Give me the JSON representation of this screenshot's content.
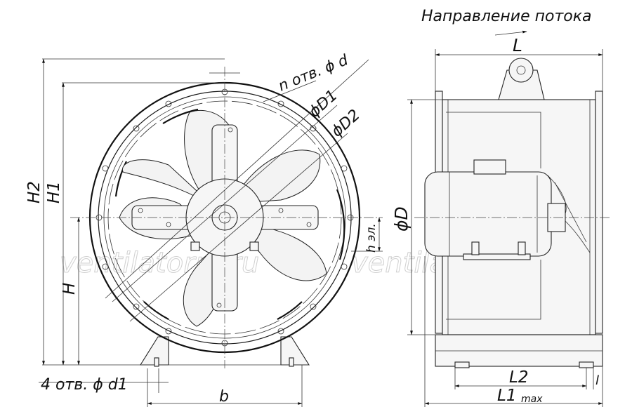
{
  "labels": {
    "flow_direction": "Направление потока",
    "L": "L",
    "n_holes": "n отв. ϕ d",
    "D1": "ϕD1",
    "D2": "ϕD2",
    "D": "ϕD",
    "h_el": "h эл.",
    "H2": "H2",
    "H1": "H1",
    "H": "H",
    "four_holes": "4 отв. ϕ d1",
    "b": "b",
    "L2": "L2",
    "L1": "L1",
    "L1_sub": "max",
    "l": "l"
  },
  "watermark": {
    "left": "ventilatorry.ru",
    "right": "ventilatorry.ru"
  }
}
